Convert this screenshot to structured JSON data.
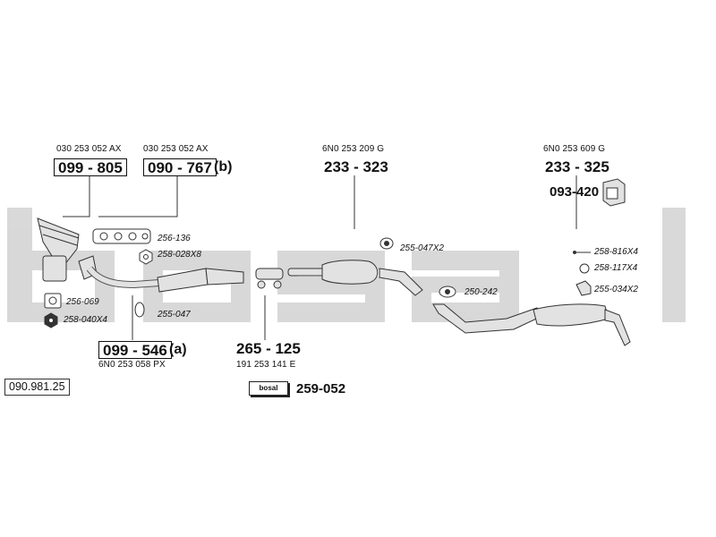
{
  "diagram_number": "090.981.25",
  "colors": {
    "watermark": "#d2d2d2",
    "part_fill": "#e2e2e2",
    "line": "#333333"
  },
  "groups": {
    "left_a": {
      "oe": "030 253 052 AX",
      "part": "099 - 805"
    },
    "left_b": {
      "oe": "030 253 052 AX",
      "part": "090 - 767",
      "suffix": "(b)"
    },
    "pipe_front": {
      "part": "099 - 546",
      "suffix": "(a)",
      "oe": "6N0 253 058 PX"
    },
    "intermediate": {
      "part": "265 - 125",
      "oe": "191 253 141 E"
    },
    "center": {
      "oe": "6N0 253 209 G",
      "part": "233 - 323"
    },
    "rear": {
      "oe": "6N0 253 609 G",
      "part": "233 - 325"
    },
    "rear_clamp": {
      "part": "093-420"
    },
    "kit": {
      "logo": "bosal",
      "part": "259-052"
    }
  },
  "refs": {
    "r256_136": "256-136",
    "r258_028": "258-028X8",
    "r256_069": "256-069",
    "r258_040": "258-040X4",
    "r255_047": "255-047",
    "r255_047x2": "255-047X2",
    "r250_242": "250-242",
    "r258_816": "258-816X4",
    "r258_117": "258-117X4",
    "r255_034": "255-034X2"
  },
  "icons": [
    "manifold-icon",
    "gasket-icon",
    "nut-icon",
    "clamp-icon",
    "rubber-hanger-icon",
    "catalytic-converter-icon",
    "muffler-icon",
    "bolt-icon",
    "bracket-icon"
  ]
}
